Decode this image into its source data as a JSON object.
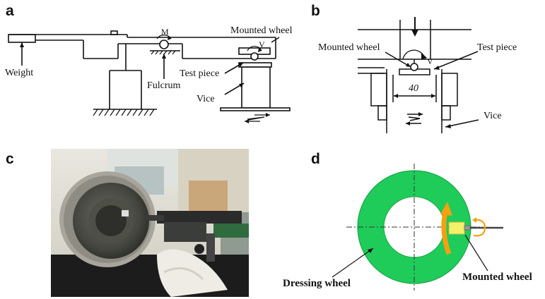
{
  "panels": {
    "a": {
      "letter": "a",
      "labels": {
        "weight": "Weight",
        "fulcrum": "Fulcrum",
        "test_piece": "Test piece",
        "mounted_wheel": "Mounted wheel",
        "vice": "Vice",
        "m": "M",
        "v": "V"
      }
    },
    "b": {
      "letter": "b",
      "labels": {
        "mounted_wheel": "Mounted wheel",
        "test_piece": "Test piece",
        "vice": "Vice",
        "dimension": "40",
        "v": "V"
      }
    },
    "c": {
      "letter": "c"
    },
    "d": {
      "letter": "d",
      "labels": {
        "dressing_wheel": "Dressing wheel",
        "mounted_wheel": "Mounted wheel"
      },
      "colors": {
        "wheel": "#1fcc5a",
        "arrow": "#f5a00f",
        "mounted": "#f3f06a"
      }
    }
  }
}
